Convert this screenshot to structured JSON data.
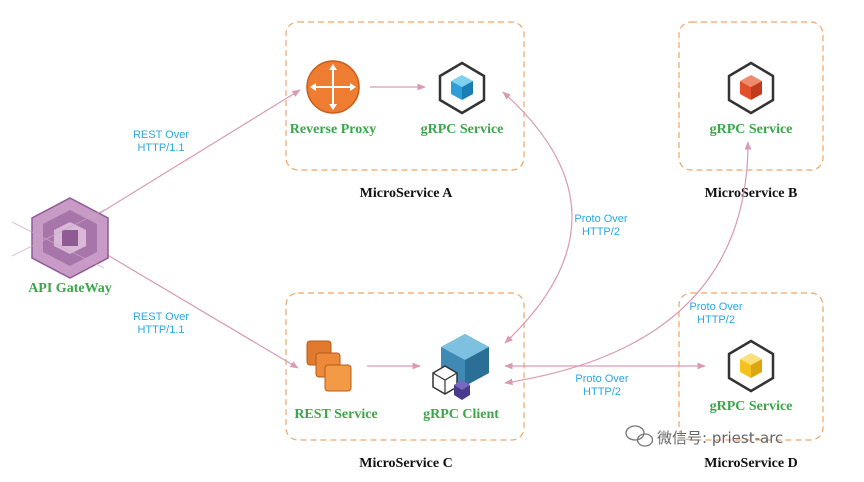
{
  "colors": {
    "box_border": "#f0a468",
    "arrow": "#d99ab3",
    "service_label": "#3aa64a",
    "edge_label": "#2aa7e0",
    "caption": "#111111"
  },
  "nodes": {
    "api_gateway": {
      "label": "API GateWay",
      "icon": "api-gateway-icon"
    },
    "reverse_proxy": {
      "label": "Reverse Proxy",
      "icon": "reverse-proxy-icon"
    },
    "grpc_service_a": {
      "label": "gRPC Service",
      "icon": "grpc-cube-icon"
    },
    "grpc_service_b": {
      "label": "gRPC Service",
      "icon": "grpc-cube-icon"
    },
    "rest_service": {
      "label": "REST Service",
      "icon": "rest-service-icon"
    },
    "grpc_client": {
      "label": "gRPC Client",
      "icon": "grpc-client-icon"
    },
    "grpc_service_d": {
      "label": "gRPC Service",
      "icon": "grpc-cube-icon"
    }
  },
  "boxes": {
    "a": {
      "caption": "MicroService A"
    },
    "b": {
      "caption": "MicroService B"
    },
    "c": {
      "caption": "MicroService C"
    },
    "d": {
      "caption": "MicroService D"
    }
  },
  "edge_labels": {
    "rest_top_l1": "REST Over",
    "rest_top_l2": "HTTP/1.1",
    "rest_bottom_l1": "REST Over",
    "rest_bottom_l2": "HTTP/1.1",
    "proto_a_l1": "Proto Over",
    "proto_a_l2": "HTTP/2",
    "proto_b_l1": "Proto Over",
    "proto_b_l2": "HTTP/2",
    "proto_d_l1": "Proto Over",
    "proto_d_l2": "HTTP/2"
  },
  "watermark": {
    "text": "微信号: priest-arc",
    "icon": "wechat-icon"
  }
}
